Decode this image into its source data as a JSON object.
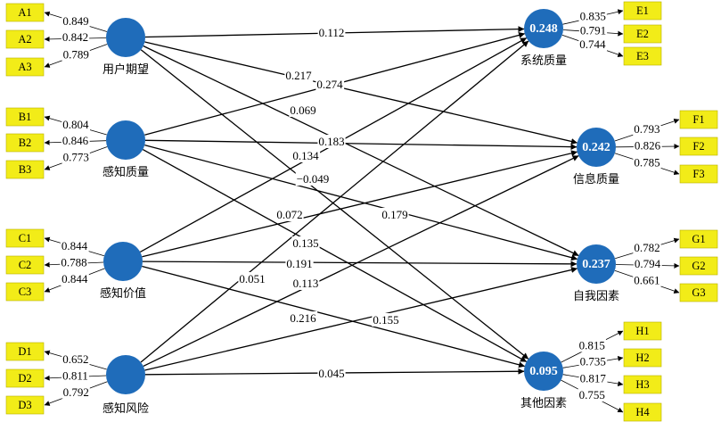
{
  "constructs": {
    "user_expectation": {
      "label": "用户期望"
    },
    "perceived_quality": {
      "label": "感知质量"
    },
    "perceived_value": {
      "label": "感知价值"
    },
    "perceived_risk": {
      "label": "感知风险"
    },
    "system_quality": {
      "label": "系统质量",
      "r2": "0.248"
    },
    "info_quality": {
      "label": "信息质量",
      "r2": "0.242"
    },
    "self_factor": {
      "label": "自我因素",
      "r2": "0.237"
    },
    "other_factor": {
      "label": "其他因素",
      "r2": "0.095"
    }
  },
  "indicators": {
    "user_expectation": [
      {
        "name": "A1",
        "loading": "0.849"
      },
      {
        "name": "A2",
        "loading": "0.842"
      },
      {
        "name": "A3",
        "loading": "0.789"
      }
    ],
    "perceived_quality": [
      {
        "name": "B1",
        "loading": "0.804"
      },
      {
        "name": "B2",
        "loading": "0.846"
      },
      {
        "name": "B3",
        "loading": "0.773"
      }
    ],
    "perceived_value": [
      {
        "name": "C1",
        "loading": "0.844"
      },
      {
        "name": "C2",
        "loading": "0.788"
      },
      {
        "name": "C3",
        "loading": "0.844"
      }
    ],
    "perceived_risk": [
      {
        "name": "D1",
        "loading": "0.652"
      },
      {
        "name": "D2",
        "loading": "0.811"
      },
      {
        "name": "D3",
        "loading": "0.792"
      }
    ],
    "system_quality": [
      {
        "name": "E1",
        "loading": "0.835"
      },
      {
        "name": "E2",
        "loading": "0.791"
      },
      {
        "name": "E3",
        "loading": "0.744"
      }
    ],
    "info_quality": [
      {
        "name": "F1",
        "loading": "0.793"
      },
      {
        "name": "F2",
        "loading": "0.826"
      },
      {
        "name": "F3",
        "loading": "0.785"
      }
    ],
    "self_factor": [
      {
        "name": "G1",
        "loading": "0.782"
      },
      {
        "name": "G2",
        "loading": "0.794"
      },
      {
        "name": "G3",
        "loading": "0.661"
      }
    ],
    "other_factor": [
      {
        "name": "H1",
        "loading": "0.815"
      },
      {
        "name": "H2",
        "loading": "0.735"
      },
      {
        "name": "H3",
        "loading": "0.817"
      },
      {
        "name": "H4",
        "loading": "0.755"
      }
    ]
  },
  "paths": [
    {
      "from": "user_expectation",
      "to": "system_quality",
      "coef": "0.112"
    },
    {
      "from": "user_expectation",
      "to": "info_quality",
      "coef": "0.217"
    },
    {
      "from": "user_expectation",
      "to": "self_factor",
      "coef": "0.069"
    },
    {
      "from": "user_expectation",
      "to": "other_factor",
      "coef": "−0.049"
    },
    {
      "from": "perceived_quality",
      "to": "system_quality",
      "coef": "0.274"
    },
    {
      "from": "perceived_quality",
      "to": "info_quality",
      "coef": "0.183"
    },
    {
      "from": "perceived_quality",
      "to": "self_factor",
      "coef": "0.179"
    },
    {
      "from": "perceived_quality",
      "to": "other_factor",
      "coef": "0.135"
    },
    {
      "from": "perceived_value",
      "to": "system_quality",
      "coef": "0.134"
    },
    {
      "from": "perceived_value",
      "to": "info_quality",
      "coef": "0.072"
    },
    {
      "from": "perceived_value",
      "to": "self_factor",
      "coef": "0.191"
    },
    {
      "from": "perceived_value",
      "to": "other_factor",
      "coef": "0.216"
    },
    {
      "from": "perceived_risk",
      "to": "system_quality",
      "coef": "0.051"
    },
    {
      "from": "perceived_risk",
      "to": "info_quality",
      "coef": "0.113"
    },
    {
      "from": "perceived_risk",
      "to": "self_factor",
      "coef": "0.155"
    },
    {
      "from": "perceived_risk",
      "to": "other_factor",
      "coef": "0.045"
    }
  ],
  "colors": {
    "node": "#1f6cba",
    "indicator_box": "#f2ec18"
  }
}
